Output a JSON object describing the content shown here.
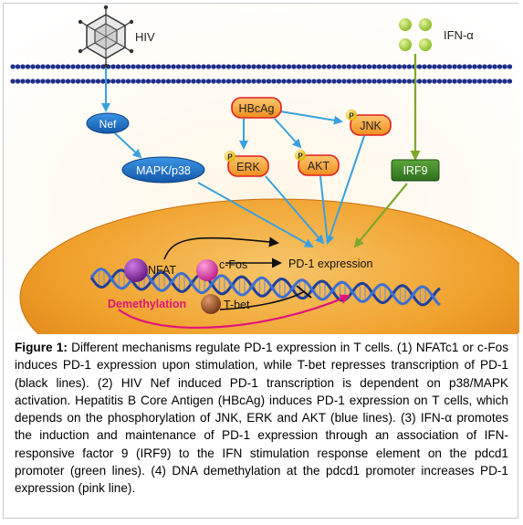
{
  "diagram": {
    "virus_label": "HIV",
    "ifn_label": "IFN-α",
    "nodes": {
      "nef": "Nef",
      "mapk": "MAPK/p38",
      "hbcag": "HBcAg",
      "jnk": "JNK",
      "erk": "ERK",
      "akt": "AKT",
      "irf9": "IRF9"
    },
    "phospho_mark": "P",
    "nucleus": {
      "nfat": "NFAT",
      "cfos": "c-Fos",
      "pd1": "PD-1 expression",
      "demethylation": "Demethylation",
      "tbet": "T-bet"
    },
    "colors": {
      "blue_arrows": "#3aa0dd",
      "green_arrows": "#7ea82a",
      "pink_arrow": "#e0157a",
      "nef_fill": "#1e6fc8",
      "hbcag_fill": "#f0a030",
      "irf9_fill": "#3f8a2a",
      "nucleus_fill": "#f0a02a"
    }
  },
  "caption": {
    "label": "Figure 1:",
    "text": " Different mechanisms regulate PD-1 expression in T cells. (1) NFATc1 or c-Fos induces PD-1 expression upon stimulation, while T-bet represses transcription of PD-1 (black lines). (2) HIV Nef induced PD-1 transcription is dependent on p38/MAPK activation. Hepatitis B Core Antigen (HBcAg) induces PD-1 expression on T cells, which depends on the phosphorylation of JNK, ERK and AKT (blue lines). (3) IFN-α promotes the induction and maintenance of PD-1 expression through an association of IFN-responsive factor 9 (IRF9) to the IFN stimulation response element on the pdcd1 promoter (green lines). (4) DNA demethylation at the pdcd1 promoter increases PD-1 expression (pink line)."
  }
}
